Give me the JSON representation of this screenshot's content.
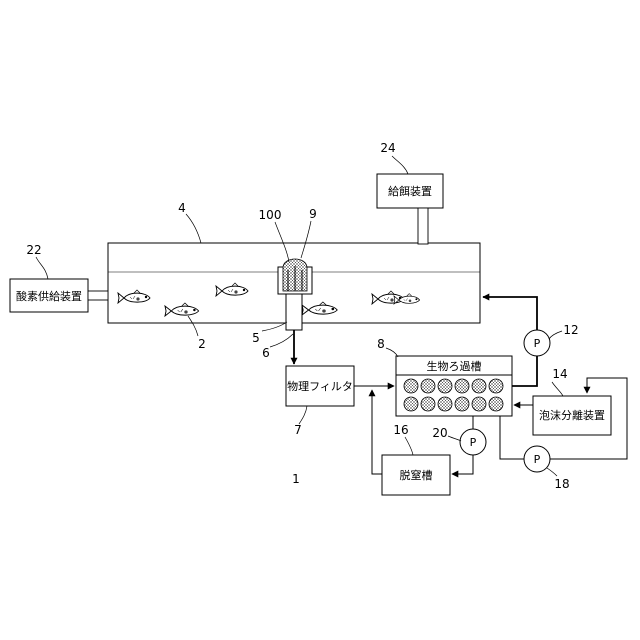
{
  "units": {
    "oxygen_supply": "酸素供給装置",
    "feeder": "給餌装置",
    "physical_filter": "物理フィルタ",
    "bio_filter": "生物ろ過槽",
    "foam_separator": "泡沫分離装置",
    "denitrification": "脱窒槽"
  },
  "pump_label": "P",
  "refs": {
    "r1": "1",
    "r2": "2",
    "r4": "4",
    "r5": "5",
    "r6": "6",
    "r7": "7",
    "r8": "8",
    "r9": "9",
    "r12": "12",
    "r14": "14",
    "r16": "16",
    "r18": "18",
    "r20": "20",
    "r22": "22",
    "r24": "24",
    "r100": "100"
  }
}
